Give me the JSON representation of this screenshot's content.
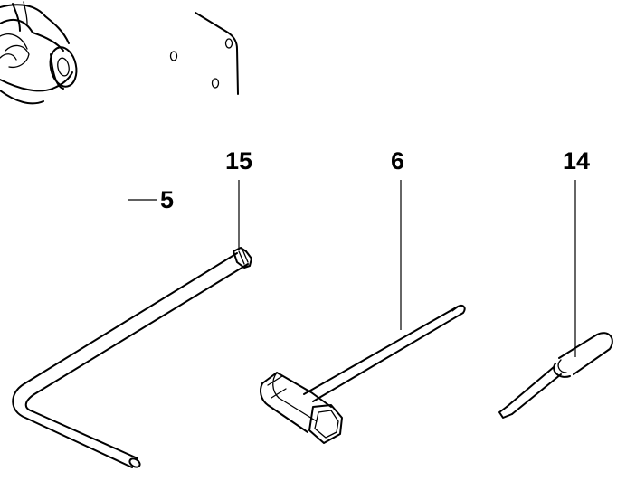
{
  "callouts": {
    "part_5": "5",
    "part_15": "15",
    "part_6": "6",
    "part_14": "14"
  },
  "colors": {
    "line": "#000000",
    "background": "#ffffff"
  }
}
